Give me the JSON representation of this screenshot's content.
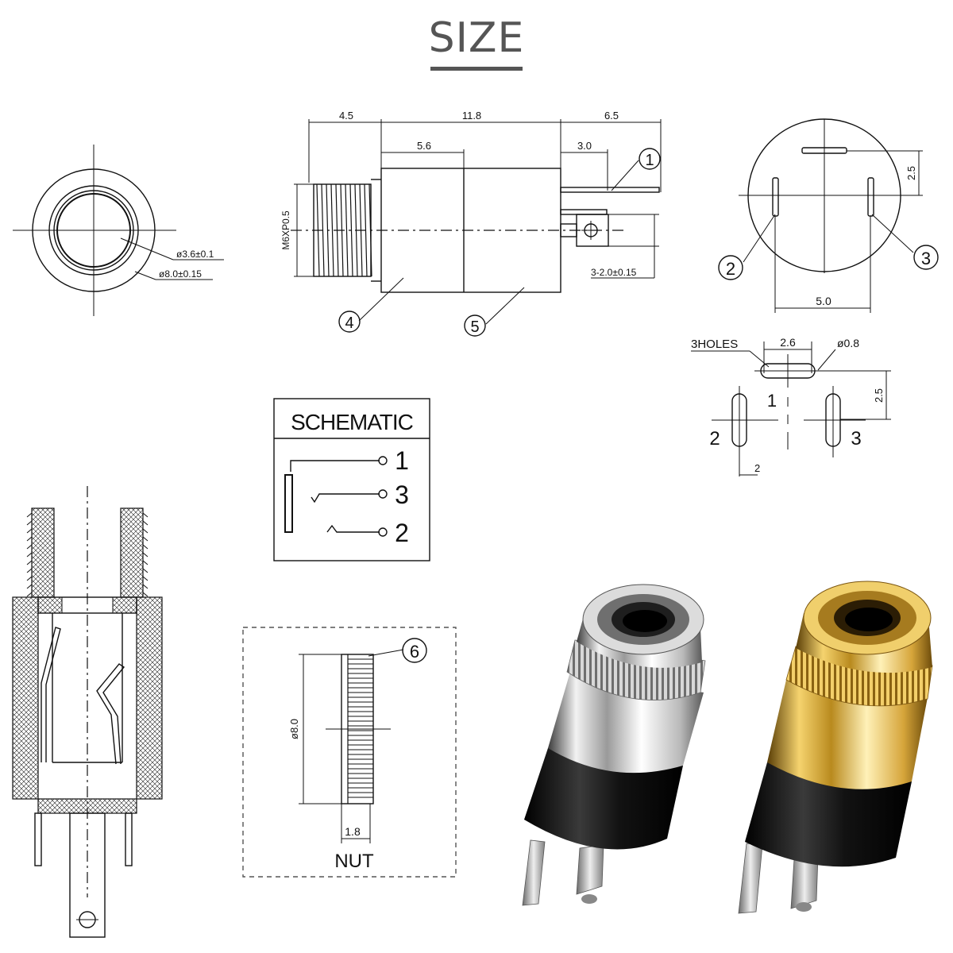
{
  "title": "SIZE",
  "front_view": {
    "inner_dim": "ø3.6±0.1",
    "outer_dim": "ø8.0±0.15"
  },
  "side_view": {
    "dim_a": "4.5",
    "dim_b": "11.8",
    "dim_c": "6.5",
    "dim_d": "5.6",
    "dim_e": "3.0",
    "thread": "M6XP0.5",
    "pins": "3-2.0±0.15",
    "callout_1": "1",
    "callout_4": "4",
    "callout_5": "5"
  },
  "pin_view": {
    "dim_spacing": "5.0",
    "dim_offset": "2.5",
    "callout_2": "2",
    "callout_3": "3"
  },
  "pcb_holes": {
    "label": "3HOLES",
    "dim_width": "2.6",
    "dim_hole": "ø0.8",
    "dim_offset": "2.5",
    "pin_1": "1",
    "pin_2": "2",
    "pin_3": "3",
    "dim_small": "2"
  },
  "schematic": {
    "title": "SCHEMATIC",
    "pin_1": "1",
    "pin_3": "3",
    "pin_2": "2"
  },
  "nut": {
    "callout": "6",
    "diameter": "ø8.0",
    "thickness": "1.8",
    "label": "NUT"
  },
  "photos": [
    {
      "name": "silver-jack",
      "finish_color": "#c9c9c9"
    },
    {
      "name": "gold-jack",
      "finish_color": "#d9ae3c"
    }
  ],
  "colors": {
    "line": "#111111",
    "title": "#555555",
    "body_black": "#1a1a1a"
  }
}
